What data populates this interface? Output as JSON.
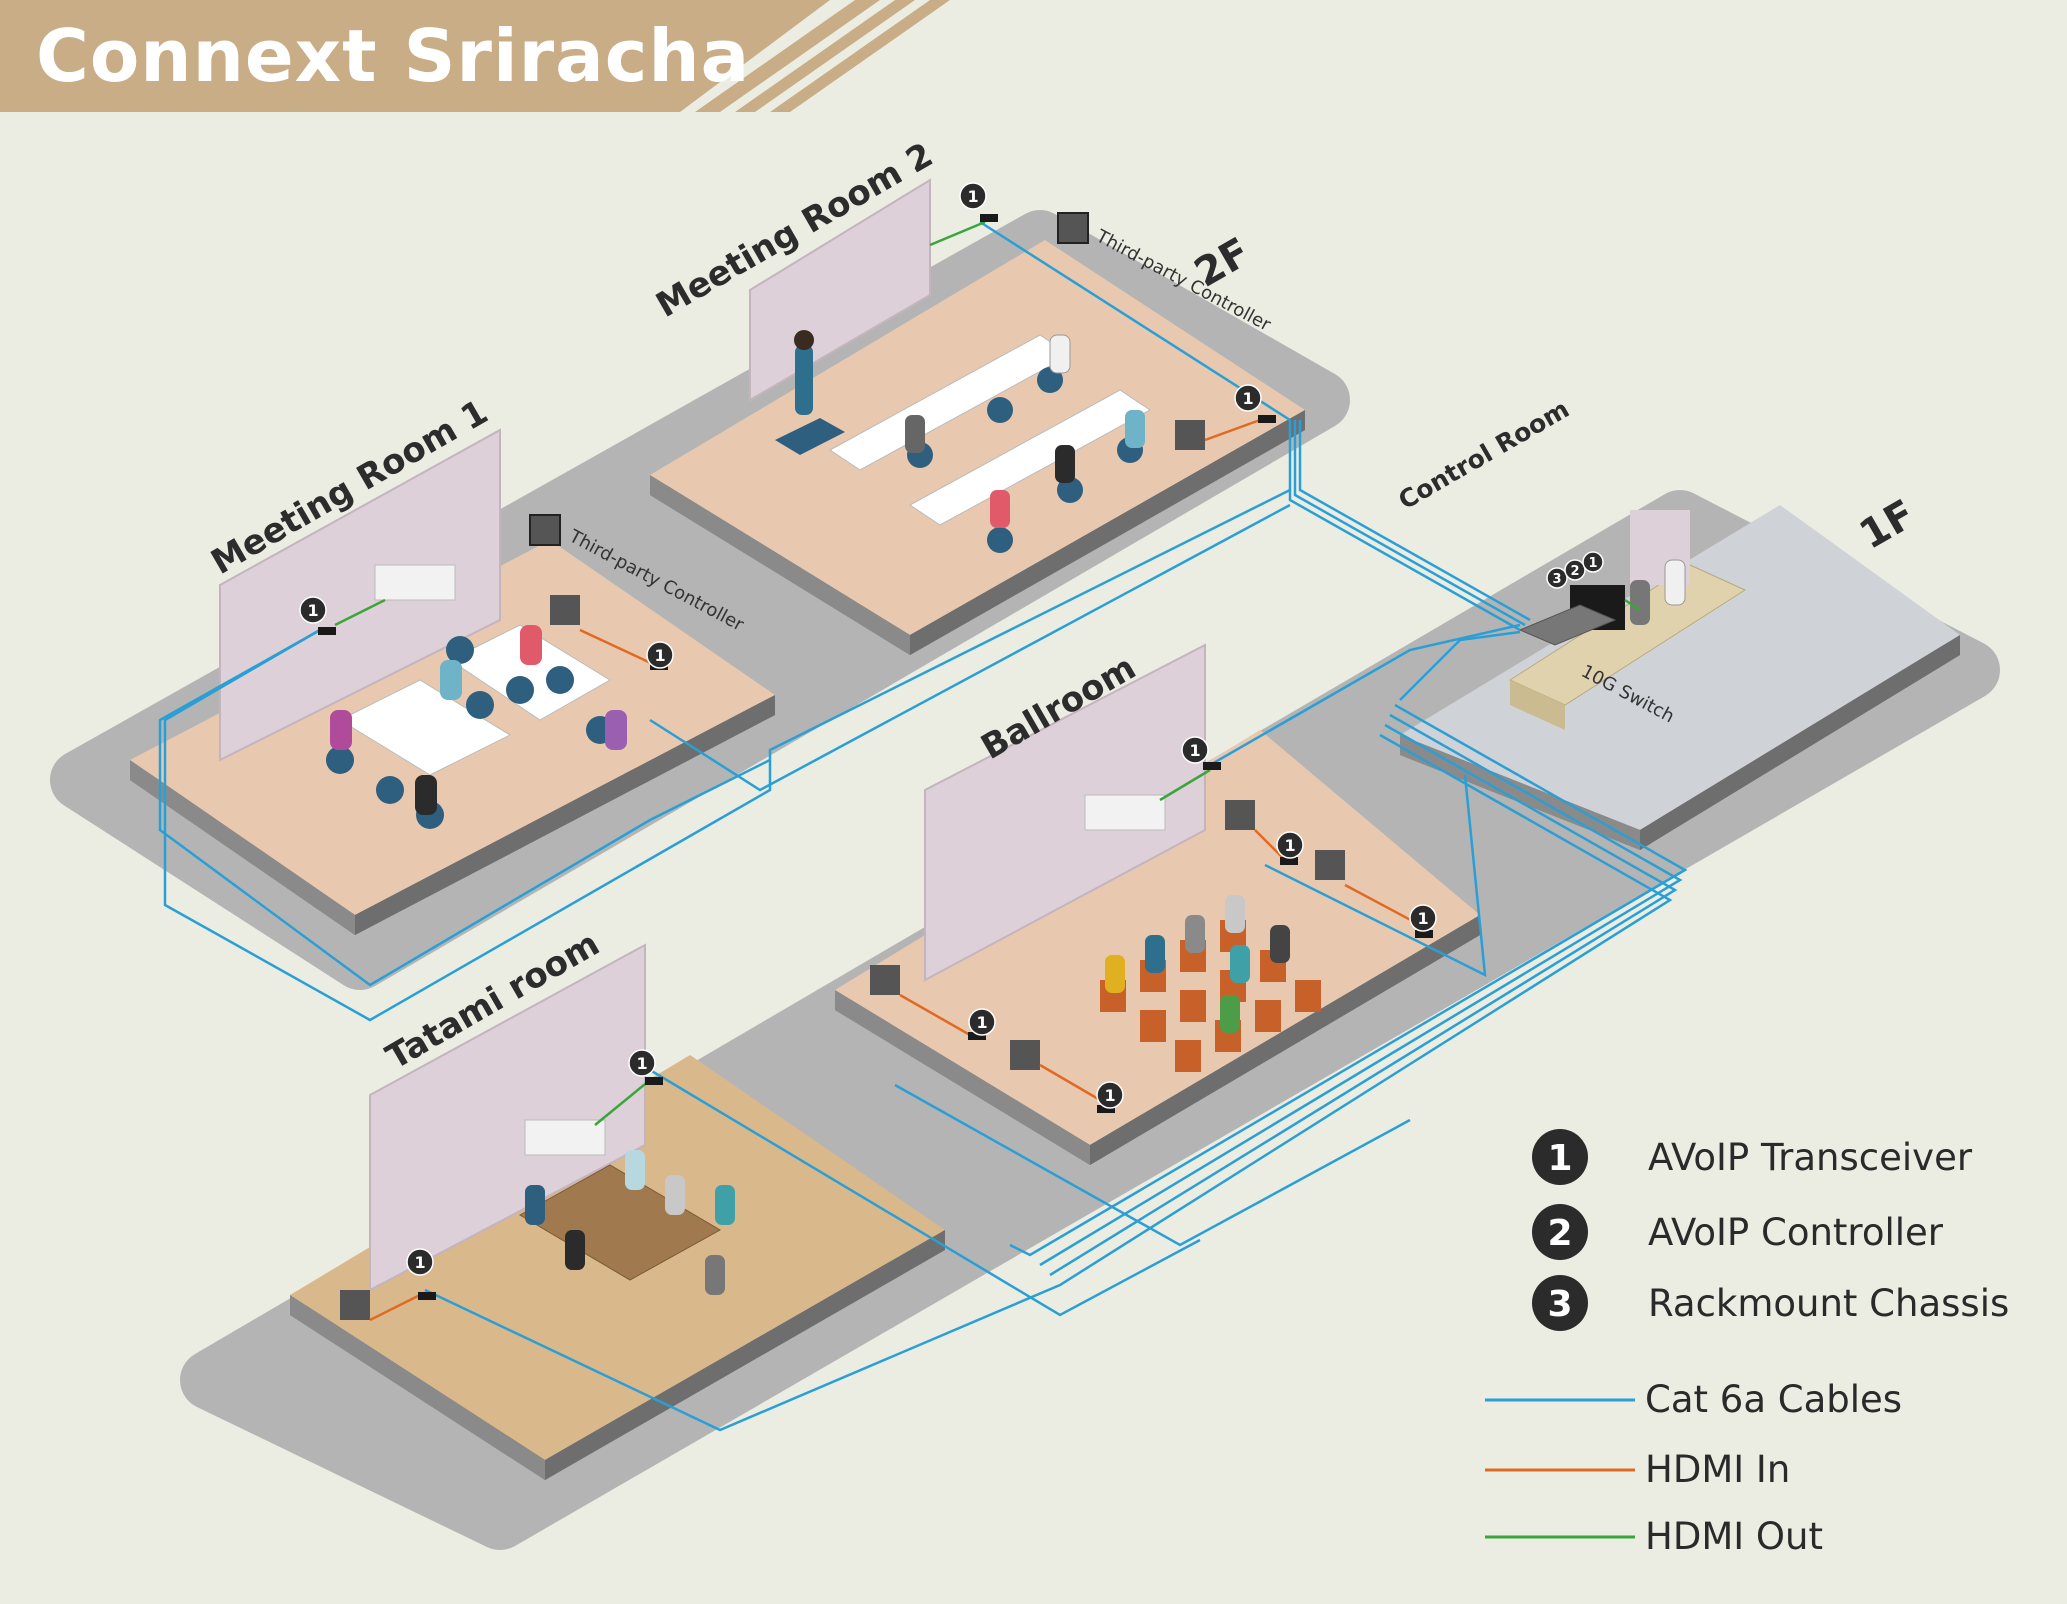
{
  "title": "Connext Sriracha",
  "floors": {
    "upper": "2F",
    "lower": "1F"
  },
  "rooms": {
    "meeting_room_1": "Meeting Room 1",
    "meeting_room_2": "Meeting Room 2",
    "ballroom": "Ballroom",
    "tatami_room": "Tatami room",
    "control_room": "Control Room"
  },
  "devices": {
    "third_party_controller": "Third-party Controller",
    "switch": "10G Switch",
    "transceiver_badge": "1",
    "controller_badge": "2",
    "chassis_badge": "3"
  },
  "legend": {
    "devices": [
      {
        "badge": "1",
        "label": "AVoIP Transceiver"
      },
      {
        "badge": "2",
        "label": "AVoIP Controller"
      },
      {
        "badge": "3",
        "label": "Rackmount Chassis"
      }
    ],
    "cables": [
      {
        "label": "Cat 6a Cables",
        "color": "#2a9fd6"
      },
      {
        "label": "HDMI In",
        "color": "#e06a22"
      },
      {
        "label": "HDMI Out",
        "color": "#3aa63a"
      }
    ]
  },
  "colors": {
    "banner": "#c9ad86",
    "background": "#ebede3",
    "base_grey": "#b4b4b4",
    "wood_floor": "#e8c9b0",
    "tatami_floor": "#d9b88c",
    "control_floor": "#cfd2d6",
    "screen": "#ddd0d8"
  }
}
